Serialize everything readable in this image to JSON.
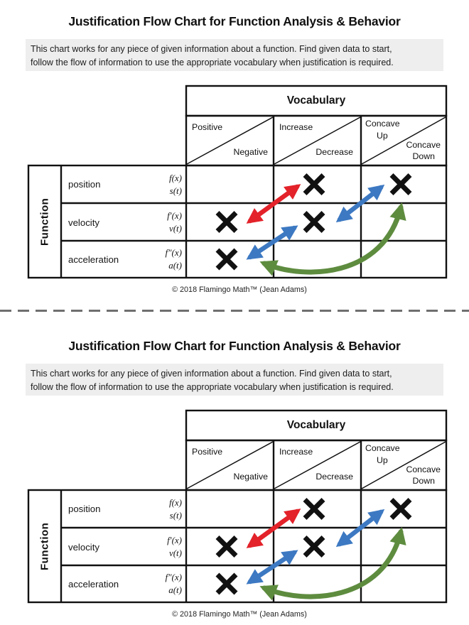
{
  "title": "Justification Flow Chart for Function Analysis & Behavior",
  "instructions": {
    "line1": "This chart works for any piece of given information about a function.  Find given data to start,",
    "line2": "follow the flow of information to use the appropriate vocabulary when justification is required."
  },
  "table": {
    "vocabulary_header": "Vocabulary",
    "corner_header": "Function",
    "columns": [
      {
        "top": "Positive",
        "bottom": "Negative"
      },
      {
        "top": "Increase",
        "bottom": "Decrease"
      },
      {
        "top1": "Concave",
        "top2": "Up",
        "bottom1": "Concave",
        "bottom2": "Down"
      }
    ],
    "rows": [
      {
        "label": "position",
        "notations": [
          "f(x)",
          "s(t)"
        ]
      },
      {
        "label": "velocity",
        "notations": [
          "f′(x)",
          "v(t)"
        ]
      },
      {
        "label": "acceleration",
        "notations": [
          "f″(x)",
          "a(t)"
        ]
      }
    ],
    "x_marks": [
      {
        "row": "position",
        "col": "Increase"
      },
      {
        "row": "position",
        "col": "Concave"
      },
      {
        "row": "velocity",
        "col": "Positive"
      },
      {
        "row": "velocity",
        "col": "Increase"
      },
      {
        "row": "acceleration",
        "col": "Positive"
      }
    ],
    "arrows": [
      {
        "name": "red-double-arrow",
        "color_key": "arrow_red",
        "connects": "velocity row ↔ position × in Increase column"
      },
      {
        "name": "blue-double-arrow-lower",
        "color_key": "arrow_blue",
        "connects": "acceleration row ↔ velocity × in Increase column"
      },
      {
        "name": "blue-double-arrow-upper",
        "color_key": "arrow_blue",
        "connects": "velocity row ↔ position × in Concave Up column"
      },
      {
        "name": "green-curved-double-arrow",
        "color_key": "arrow_green",
        "connects": "acceleration row ↔ position × in Concave Up column"
      }
    ]
  },
  "copyright": "© 2018 Flamingo Math™ (Jean Adams)",
  "colors": {
    "arrow_red": "#e3222a",
    "arrow_blue": "#3d79c2",
    "arrow_green": "#5e8c3f",
    "grid_line": "#111111",
    "instructions_bg": "#eeeeee",
    "x_mark": "#111111"
  }
}
